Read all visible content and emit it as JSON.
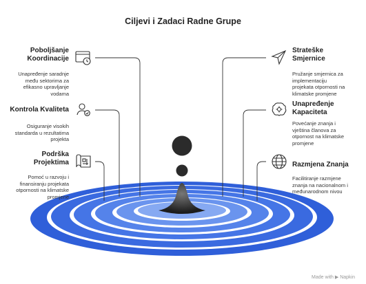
{
  "title": "Ciljevi i Zadaci Radne Grupe",
  "left_items": [
    {
      "title_line1": "Poboljšanje",
      "title_line2": "Koordinacije",
      "desc_line1": "Unapređenje saradnje",
      "desc_line2": "među sektorima za",
      "desc_line3": "efikasno upravljanje",
      "desc_line4": "vodama",
      "icon": "browser-clock-icon"
    },
    {
      "title_line1": "Kontrola Kvaliteta",
      "title_line2": "",
      "desc_line1": "Osiguranje visokih",
      "desc_line2": "standarda u rezultatima",
      "desc_line3": "projekta",
      "desc_line4": "",
      "icon": "quality-check-icon"
    },
    {
      "title_line1": "Podrška",
      "title_line2": "Projektima",
      "desc_line1": "Pomoć u razvoju i",
      "desc_line2": "finansiranju projekata",
      "desc_line3": "otpornosti na klimatske",
      "desc_line4": "promjene",
      "icon": "blueprint-icon"
    }
  ],
  "right_items": [
    {
      "title_line1": "Strateške",
      "title_line2": "Smjernice",
      "desc_line1": "Pružanje smjernica za",
      "desc_line2": "implementaciju",
      "desc_line3": "projekata otpornosti na",
      "desc_line4": "klimatske promjene",
      "icon": "send-arrow-icon"
    },
    {
      "title_line1": "Unapređenje",
      "title_line2": "Kapaciteta",
      "desc_line1": "Povećanje znanja i",
      "desc_line2": "vještina članova za",
      "desc_line3": "otpornost na klimatske",
      "desc_line4": "promjene",
      "icon": "brain-gear-icon"
    },
    {
      "title_line1": "Razmjena Znanja",
      "title_line2": "",
      "desc_line1": "Facilitiranje razmjene",
      "desc_line2": "znanja na nacionalnom i",
      "desc_line3": "međunarodnom nivou",
      "desc_line4": "",
      "icon": "globe-icon"
    }
  ],
  "footer": "Made with ▶ Napkin",
  "colors": {
    "ripple_dark": "#2f5fd9",
    "ripple_light": "#8fb0f2",
    "drop": "#2b2b2b",
    "connector": "#333333"
  }
}
